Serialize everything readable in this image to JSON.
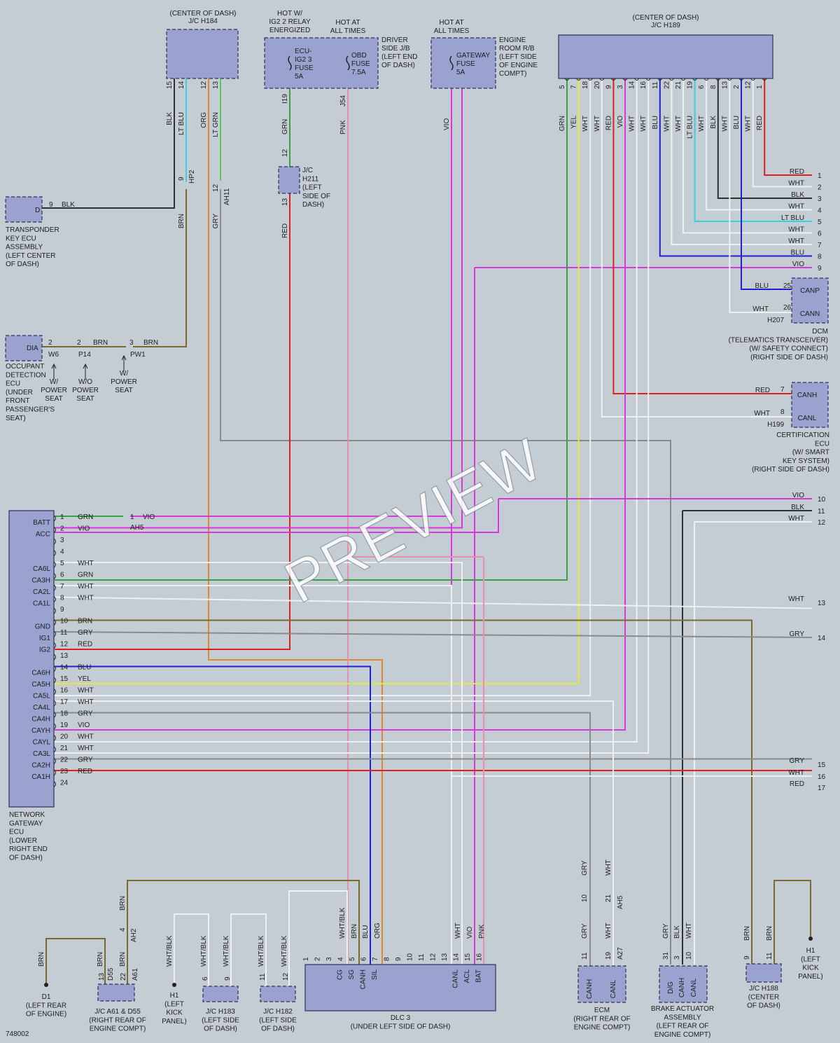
{
  "watermark": "PREVIEW",
  "figure_code": "748002",
  "palette": {
    "background": "#c4ccd4",
    "component_fill": "#9aa2cf",
    "component_stroke": "#30305a",
    "GRN": "#3aa045",
    "YEL": "#e8e63a",
    "WHT": "#eef0f2",
    "RED": "#e02020",
    "VIO": "#d838d8",
    "BLU": "#2020d0",
    "BLK": "#303030",
    "LT BLU": "#38d0e0",
    "ORG": "#e08830",
    "GRY": "#8a8a8a",
    "BRN": "#7a6a30",
    "PNK": "#e890a8"
  },
  "labels": {
    "jc_h184": [
      "(CENTER OF DASH)",
      "J/C H184"
    ],
    "jc_h189": [
      "(CENTER OF DASH)",
      "J/C H189"
    ],
    "hot_ig2": [
      "HOT W/",
      "IG2 2 RELAY",
      "ENERGIZED"
    ],
    "hot_all_1": [
      "HOT AT",
      "ALL TIMES"
    ],
    "hot_all_2": [
      "HOT AT",
      "ALL TIMES"
    ],
    "ecu_ig2_fuse": [
      "ECU-",
      "IG2 3",
      "FUSE",
      "5A"
    ],
    "obd_fuse": [
      "OBD",
      "FUSE",
      "7.5A"
    ],
    "gateway_fuse": [
      "GATEWAY",
      "FUSE",
      "5A"
    ],
    "driver_jb": [
      "DRIVER",
      "SIDE J/B",
      "(LEFT END",
      "OF DASH)"
    ],
    "engine_rb": [
      "ENGINE",
      "ROOM R/B",
      "(LEFT SIDE",
      "OF ENGINE",
      "COMPT)"
    ],
    "jc_h211": [
      "J/C",
      "H211",
      "(LEFT",
      "SIDE OF",
      "DASH)"
    ],
    "transponder": [
      "TRANSPONDER",
      "KEY ECU",
      "ASSEMBLY",
      "(LEFT CENTER",
      "OF DASH)"
    ],
    "occupant": [
      "OCCUPANT",
      "DETECTION",
      "ECU",
      "(UNDER",
      "FRONT",
      "PASSENGER'S",
      "SEAT)"
    ],
    "w_power_seat_1": [
      "W/",
      "POWER",
      "SEAT"
    ],
    "wo_power_seat": [
      "W/O",
      "POWER",
      "SEAT"
    ],
    "w_power_seat_2": [
      "W/",
      "POWER",
      "SEAT"
    ],
    "dcm": [
      "DCM",
      "(TELEMATICS TRANSCEIVER)",
      "(W/ SAFETY CONNECT)",
      "(RIGHT SIDE OF DASH)"
    ],
    "cert_ecu": [
      "CERTIFICATION",
      "ECU",
      "(W/ SMART",
      "KEY SYSTEM)",
      "(RIGHT SIDE OF DASH)"
    ],
    "network_gateway": [
      "NETWORK",
      "GATEWAY",
      "ECU",
      "(LOWER",
      "RIGHT END",
      "OF DASH)"
    ],
    "d1": [
      "D1",
      "(LEFT REAR",
      "OF ENGINE)"
    ],
    "jc_a61": [
      "J/C A61 & D55",
      "(RIGHT REAR OF",
      "ENGINE COMPT)"
    ],
    "h1_left": [
      "H1",
      "(LEFT",
      "KICK",
      "PANEL)"
    ],
    "jc_h183": [
      "J/C H183",
      "(LEFT SIDE",
      "OF DASH)"
    ],
    "jc_h182": [
      "J/C H182",
      "(LEFT SIDE",
      "OF DASH)"
    ],
    "dlc3": [
      "DLC 3",
      "(UNDER LEFT SIDE OF DASH)"
    ],
    "ecm": [
      "ECM",
      "(RIGHT REAR OF",
      "ENGINE COMPT)"
    ],
    "brake": [
      "BRAKE ACTUATOR",
      "ASSEMBLY",
      "(LEFT REAR OF",
      "ENGINE COMPT)"
    ],
    "jc_h188": [
      "J/C H188",
      "(CENTER",
      "OF DASH)"
    ],
    "h1_right": [
      "H1",
      "(LEFT",
      "KICK",
      "PANEL)"
    ]
  },
  "gateway_pins": [
    {
      "num": "1",
      "color": "GRN",
      "name": "BATT"
    },
    {
      "num": "2",
      "color": "VIO",
      "name": "ACC"
    },
    {
      "num": "3",
      "color": "",
      "name": ""
    },
    {
      "num": "4",
      "color": "",
      "name": ""
    },
    {
      "num": "5",
      "color": "WHT",
      "name": "CA6L"
    },
    {
      "num": "6",
      "color": "GRN",
      "name": "CA3H"
    },
    {
      "num": "7",
      "color": "WHT",
      "name": "CA2L"
    },
    {
      "num": "8",
      "color": "WHT",
      "name": "CA1L"
    },
    {
      "num": "9",
      "color": "",
      "name": ""
    },
    {
      "num": "10",
      "color": "BRN",
      "name": "GND"
    },
    {
      "num": "11",
      "color": "GRY",
      "name": "IG1"
    },
    {
      "num": "12",
      "color": "RED",
      "name": "IG2"
    },
    {
      "num": "13",
      "color": "",
      "name": ""
    },
    {
      "num": "14",
      "color": "BLU",
      "name": "CA6H"
    },
    {
      "num": "15",
      "color": "YEL",
      "name": "CA5H"
    },
    {
      "num": "16",
      "color": "WHT",
      "name": "CA5L"
    },
    {
      "num": "17",
      "color": "WHT",
      "name": "CA4L"
    },
    {
      "num": "18",
      "color": "GRY",
      "name": "CA4H"
    },
    {
      "num": "19",
      "color": "VIO",
      "name": "CAYH"
    },
    {
      "num": "20",
      "color": "WHT",
      "name": "CAYL"
    },
    {
      "num": "21",
      "color": "WHT",
      "name": "CA3L"
    },
    {
      "num": "22",
      "color": "GRY",
      "name": "CA2H"
    },
    {
      "num": "23",
      "color": "RED",
      "name": "CA1H"
    },
    {
      "num": "24",
      "color": "",
      "name": ""
    }
  ],
  "h189_pins": [
    {
      "num": "5",
      "color": "GRN"
    },
    {
      "num": "7",
      "color": "YEL"
    },
    {
      "num": "18",
      "color": "WHT"
    },
    {
      "num": "20",
      "color": "WHT"
    },
    {
      "num": "9",
      "color": "RED"
    },
    {
      "num": "3",
      "color": "VIO"
    },
    {
      "num": "14",
      "color": "WHT"
    },
    {
      "num": "16",
      "color": "WHT"
    },
    {
      "num": "11",
      "color": "BLU"
    },
    {
      "num": "22",
      "color": "WHT"
    },
    {
      "num": "21",
      "color": "WHT"
    },
    {
      "num": "19",
      "color": "LT BLU"
    },
    {
      "num": "6",
      "color": "WHT"
    },
    {
      "num": "8",
      "color": "BLK"
    },
    {
      "num": "13",
      "color": "WHT"
    },
    {
      "num": "2",
      "color": "BLU"
    },
    {
      "num": "12",
      "color": "WHT"
    },
    {
      "num": "1",
      "color": "RED"
    }
  ],
  "h184_pins": [
    {
      "num": "15",
      "color": "BLK"
    },
    {
      "num": "14",
      "color": "LT BLU"
    },
    {
      "num": "12",
      "color": "ORG"
    },
    {
      "num": "13",
      "color": "LT GRN"
    }
  ],
  "right_refs_top": [
    {
      "num": "1",
      "color": "RED"
    },
    {
      "num": "2",
      "color": "WHT"
    },
    {
      "num": "3",
      "color": "BLK"
    },
    {
      "num": "4",
      "color": "WHT"
    },
    {
      "num": "5",
      "color": "LT BLU"
    },
    {
      "num": "6",
      "color": "WHT"
    },
    {
      "num": "7",
      "color": "WHT"
    },
    {
      "num": "8",
      "color": "BLU"
    },
    {
      "num": "9",
      "color": "VIO"
    }
  ],
  "right_refs_mid": [
    {
      "num": "10",
      "color": "VIO"
    },
    {
      "num": "11",
      "color": "BLK"
    },
    {
      "num": "12",
      "color": "WHT"
    }
  ],
  "right_refs_low": [
    {
      "num": "13",
      "color": "WHT"
    },
    {
      "num": "14",
      "color": "GRY"
    },
    {
      "num": "15",
      "color": "GRY"
    },
    {
      "num": "16",
      "color": "WHT"
    },
    {
      "num": "17",
      "color": "RED"
    }
  ],
  "dlc3_pins": [
    "1",
    "2",
    "3",
    "4",
    "5",
    "6",
    "7",
    "8",
    "9",
    "10",
    "11",
    "12",
    "13",
    "14",
    "15",
    "16"
  ],
  "dlc3_names": {
    "cg": "CG",
    "sg": "SG",
    "canh": "CANH",
    "sil": "SIL",
    "canl": "CANL",
    "acl": "ACL",
    "bat": "BAT"
  },
  "dcm_pins": {
    "canp": "CANP",
    "cann": "CANN",
    "p25": "25",
    "p26": "26",
    "c25": "BLU",
    "c26": "WHT",
    "code": "H207"
  },
  "cert_pins": {
    "canh": "CANH",
    "canl": "CANL",
    "p7": "7",
    "p8": "8",
    "c7": "RED",
    "c8": "WHT",
    "code": "H199"
  },
  "ecm_pins": {
    "canh": "CANH",
    "canl": "CANL",
    "p11": "11",
    "p19": "19",
    "code": "A27",
    "c11": "GRY",
    "c19": "WHT"
  },
  "brake_pins": {
    "dig": "D/G",
    "canh": "CANH",
    "canl": "CANL",
    "p31": "31",
    "p3": "3",
    "p10": "10",
    "c31": "GRY",
    "c3": "BLK",
    "c10": "WHT"
  },
  "ah5_pins": {
    "p10": "10",
    "p21": "21",
    "code": "AH5",
    "c10": "GRY",
    "c21": "WHT"
  },
  "h188_pins": {
    "p9": "9",
    "p11": "11",
    "c9": "BRN",
    "c11": "BRN"
  },
  "misc": {
    "d_letter": "D",
    "dia": "DIA",
    "p9": "9",
    "blk": "BLK",
    "p2a": "2",
    "w6": "W6",
    "p2b": "2",
    "brn": "BRN",
    "p14": "P14",
    "p3": "3",
    "pw1": "PW1",
    "hp2": "HP2",
    "hp2_9": "9",
    "ah11": "AH11",
    "ah11_12": "12",
    "brn_v": "BRN",
    "gry_v": "GRY",
    "red_v": "RED",
    "i19": "I19",
    "j54": "J54",
    "grn_v": "GRN",
    "pnk_v": "PNK",
    "vio_v": "VIO",
    "h211_12": "12",
    "h211_13": "13",
    "ah5_1": "1",
    "vio_ah5": "VIO",
    "ah5": "AH5",
    "ah2": "AH2",
    "ah2_4": "4",
    "brn_ah2": "BRN",
    "d55": "D55",
    "a61": "A61",
    "d55_13": "13",
    "a61_22": "22",
    "h183_6": "6",
    "h183_9": "9",
    "h182_11": "11",
    "h182_12": "12",
    "whtblk": "WHT/BLK",
    "wht": "WHT",
    "blu": "BLU",
    "org": "ORG",
    "vio": "VIO",
    "pnk": "PNK"
  }
}
